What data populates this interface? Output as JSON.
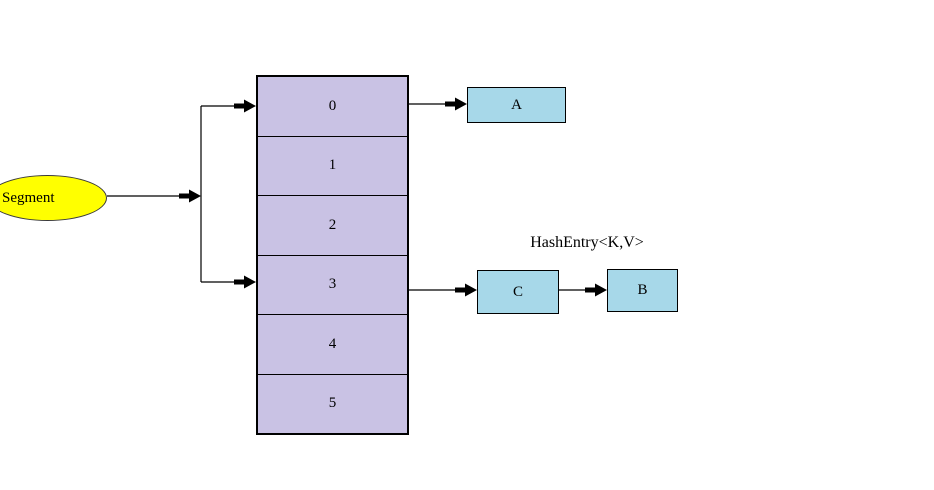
{
  "diagram": {
    "title_hint": "ConcurrentHashMap segment structure",
    "segment": {
      "label": "Segment",
      "fill": "#FFFF00"
    },
    "bucket_array": {
      "fill": "#C9C2E4",
      "rows": [
        "0",
        "1",
        "2",
        "3",
        "4",
        "5"
      ]
    },
    "entries": {
      "caption": "HashEntry<K,V>",
      "fill": "#A7D8E9",
      "node_a": "A",
      "node_c": "C",
      "node_b": "B"
    },
    "colors": {
      "line": "#000000",
      "background": "#FFFFFF"
    }
  }
}
